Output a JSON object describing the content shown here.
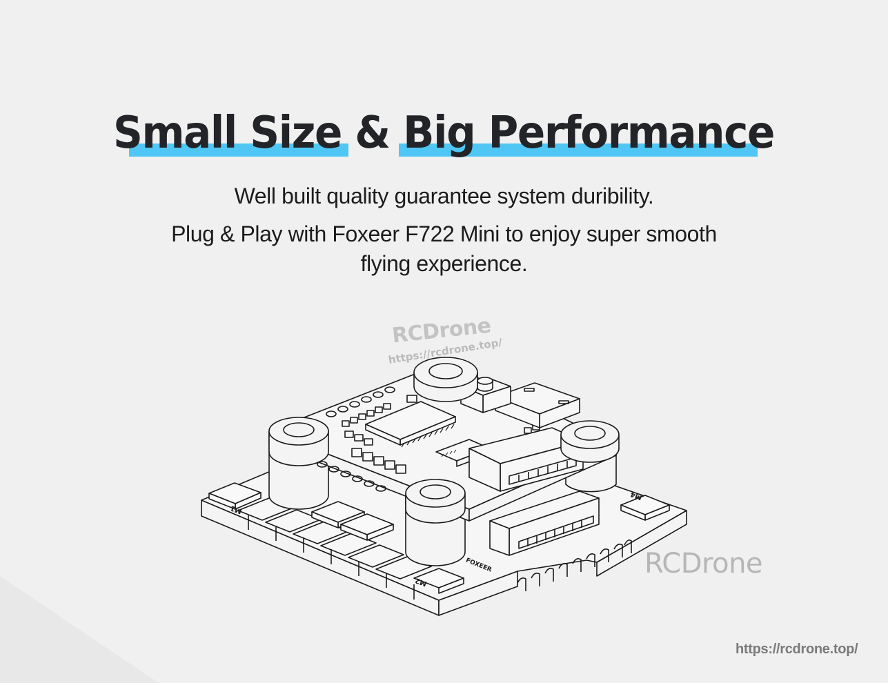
{
  "banner": {
    "title": "Small Size & Big Performance",
    "title_parts": [
      "Small Size",
      "&",
      "Big Performance"
    ],
    "highlight_color": "#4fc6f4",
    "background_color": "#f0f0f0",
    "text_color": "#222428"
  },
  "description": {
    "line1": "Well built quality guarantee system duribility.",
    "line2": "Plug & Play with Foxeer F722 Mini to enjoy super smooth",
    "line3": "flying experience."
  },
  "illustration": {
    "subject": "flight-controller-esc-stack-line-drawing",
    "labels": [
      "M1",
      "M2",
      "M4",
      "FOXEER"
    ]
  },
  "watermarks": {
    "brand_small": "RCDrone",
    "url_small": "https://rcdrone.top/",
    "brand_large": "RCDrone"
  },
  "footer": {
    "url": "https://rcdrone.top/"
  }
}
